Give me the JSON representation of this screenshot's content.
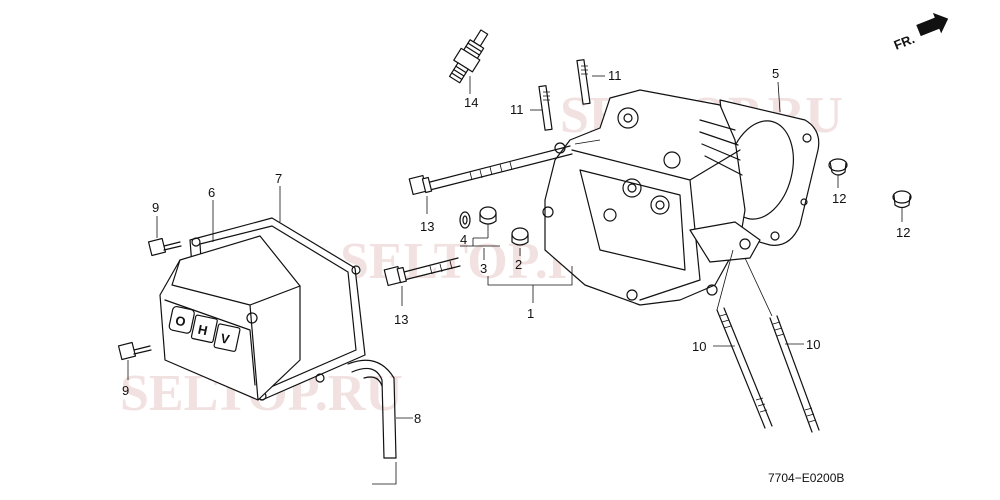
{
  "diagram": {
    "code": "7704−E0200B",
    "direction_label": "FR.",
    "watermark": "SELTOP.RU",
    "callouts": {
      "c1": "1",
      "c2": "2",
      "c3": "3",
      "c4": "4",
      "c5": "5",
      "c6": "6",
      "c7": "7",
      "c8": "8",
      "c9a": "9",
      "c9b": "9",
      "c10a": "10",
      "c10b": "10",
      "c11a": "11",
      "c11b": "11",
      "c12a": "12",
      "c12b": "12",
      "c13a": "13",
      "c13b": "13",
      "c14": "14"
    },
    "cover_letters": [
      "O",
      "H",
      "V"
    ]
  }
}
